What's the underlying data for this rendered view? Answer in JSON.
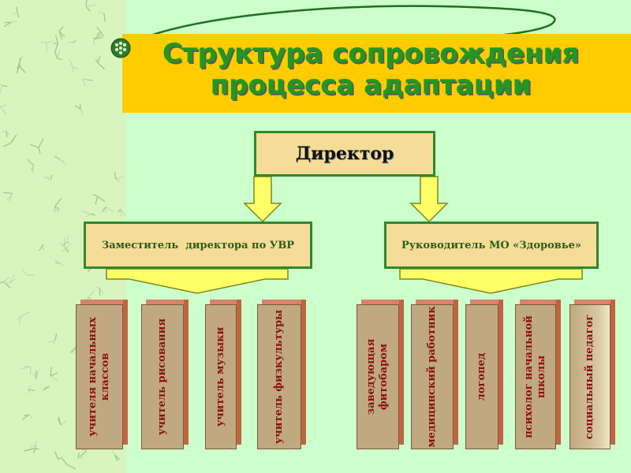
{
  "title": {
    "line1": "Структура сопровождения",
    "line2": "процесса адаптации"
  },
  "director": {
    "label": "Директор"
  },
  "branches": {
    "left": {
      "label": "Заместитель  директора по УВР"
    },
    "right": {
      "label": "Руководитель МО «Здоровье»"
    }
  },
  "cards_left": [
    {
      "label": "учителя начальных классов"
    },
    {
      "label": "учитель рисования"
    },
    {
      "label": "учитель музыки"
    },
    {
      "label": "учитель физкультуры"
    }
  ],
  "cards_right": [
    {
      "label": "заведующая фитобаром"
    },
    {
      "label": "медицинский работник"
    },
    {
      "label": "логопед"
    },
    {
      "label": "психолог начальной школы"
    },
    {
      "label": "социальный педагог"
    }
  ],
  "colors": {
    "background": "#ccffcc",
    "title_band": "#ffcc00",
    "title_text": "#1f9a1f",
    "box_fill": "#f5dc98",
    "box_border": "#2c8a2c",
    "arrow_fill": "#ffff66",
    "card_face": "#c0a880",
    "card_text": "#8a1010"
  }
}
